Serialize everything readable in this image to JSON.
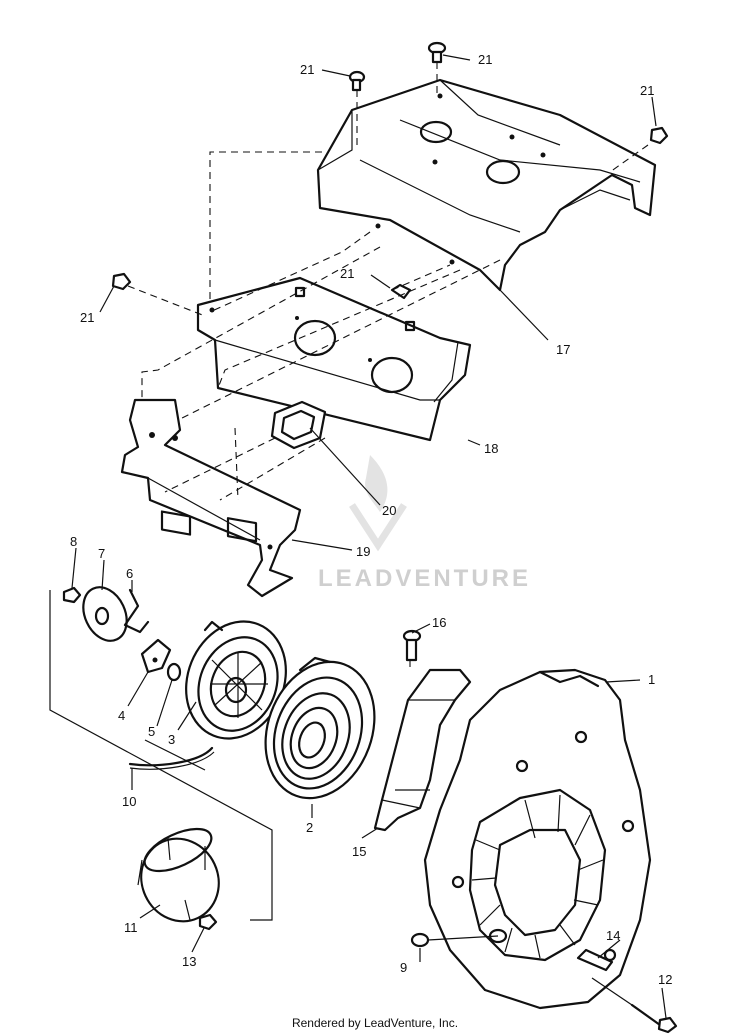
{
  "watermark": "LEADVENTURE",
  "footer": "Rendered by LeadVenture, Inc.",
  "callouts": {
    "c1": "1",
    "c2": "2",
    "c3": "3",
    "c4": "4",
    "c5": "5",
    "c6": "6",
    "c7": "7",
    "c8": "8",
    "c9": "9",
    "c10": "10",
    "c11": "11",
    "c12": "12",
    "c13": "13",
    "c14": "14",
    "c15": "15",
    "c16": "16",
    "c17": "17",
    "c18": "18",
    "c19": "19",
    "c20": "20",
    "c21a": "21",
    "c21b": "21",
    "c21c": "21",
    "c21d": "21",
    "c21e": "21"
  }
}
